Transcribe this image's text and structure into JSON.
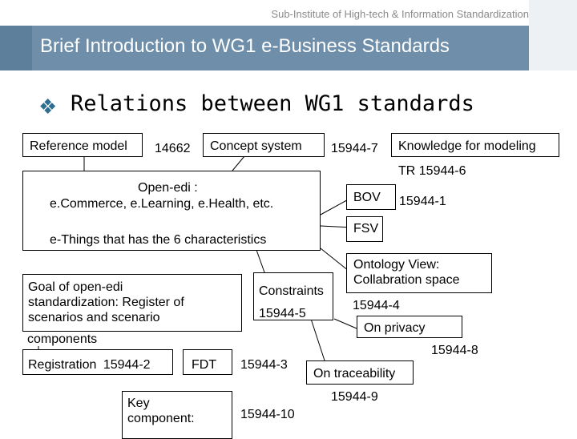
{
  "header": {
    "subtitle": "Sub-Institute of High-tech & Information Standardization",
    "title": "Brief Introduction to WG1 e-Business Standards"
  },
  "heading": "Relations between WG1 standards",
  "colors": {
    "band": "#6e8ea9",
    "bullet": "#2e6e8f"
  },
  "icons": {
    "bullet": "diamond-bullet-icon"
  },
  "nodes": {
    "reference_model": "Reference model",
    "n14662": "14662",
    "concept_system": "Concept system",
    "n15944_7": "15944-7",
    "knowledge": "Knowledge for modeling",
    "tr15944_6": "TR 15944-6",
    "openedi_line1": "Open-edi :",
    "openedi_line2": "e.Commerce, e.Learning, e.Health, etc.",
    "openedi_line3": "e-Things that has the 6 characteristics",
    "bov": "BOV",
    "n15944_1": "15944-1",
    "fsv": "FSV",
    "goal_line1": "Goal of open-edi",
    "goal_line2": "standardization: Register of",
    "goal_line3": "scenarios and scenario",
    "goal_line4": "components",
    "constraints": "Constraints",
    "n15944_5": "15944-5",
    "ontology_line1": "Ontology View:",
    "ontology_line2": "Collabration space",
    "n15944_4": "15944-4",
    "on_privacy": "On privacy",
    "n15944_8": "15944-8",
    "registration": "Registration",
    "n15944_2": "15944-2",
    "fdt": "FDT",
    "n15944_3": "15944-3",
    "on_traceability": "On traceability",
    "n15944_9": "15944-9",
    "key_line1": "Key",
    "key_line2": "component:",
    "n15944_10": "15944-10"
  }
}
